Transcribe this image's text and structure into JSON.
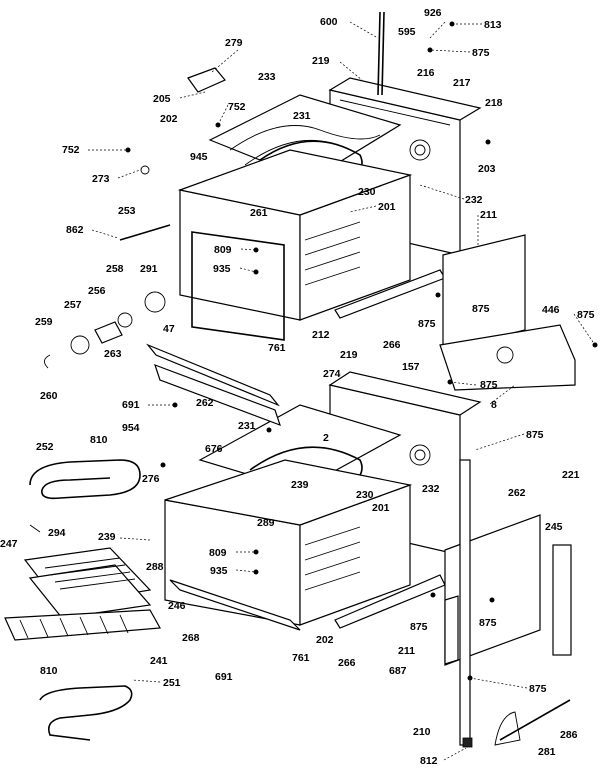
{
  "diagram": {
    "part_numbers": [
      "600",
      "926",
      "813",
      "595",
      "875",
      "219",
      "279",
      "233",
      "216",
      "217",
      "218",
      "205",
      "752",
      "231",
      "202",
      "945",
      "203",
      "752",
      "273",
      "230",
      "232",
      "201",
      "261",
      "253",
      "211",
      "809",
      "862",
      "935",
      "291",
      "258",
      "256",
      "875",
      "446",
      "875",
      "257",
      "212",
      "266",
      "875",
      "259",
      "47",
      "761",
      "219",
      "157",
      "263",
      "274",
      "875",
      "8",
      "260",
      "691",
      "262",
      "954",
      "676",
      "231",
      "2",
      "875",
      "810",
      "252",
      "276",
      "239",
      "232",
      "230",
      "221",
      "262",
      "201",
      "294",
      "289",
      "239",
      "247",
      "288",
      "809",
      "245",
      "935",
      "246",
      "875",
      "875",
      "268",
      "266",
      "202",
      "761",
      "211",
      "241",
      "691",
      "687",
      "875",
      "810",
      "251",
      "286",
      "210",
      "281",
      "812"
    ]
  }
}
